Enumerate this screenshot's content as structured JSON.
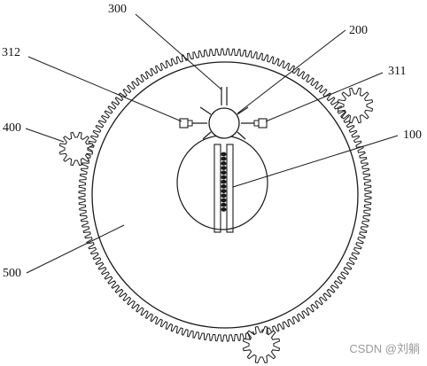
{
  "labels": {
    "l300": "300",
    "l200": "200",
    "l312": "312",
    "l311": "311",
    "l400": "400",
    "l100": "100",
    "l500": "500"
  },
  "watermark": "CSDN @刘躺",
  "colors": {
    "stroke": "#1a1a1a",
    "background": "#ffffff",
    "watermark": "#9a9a9a"
  }
}
